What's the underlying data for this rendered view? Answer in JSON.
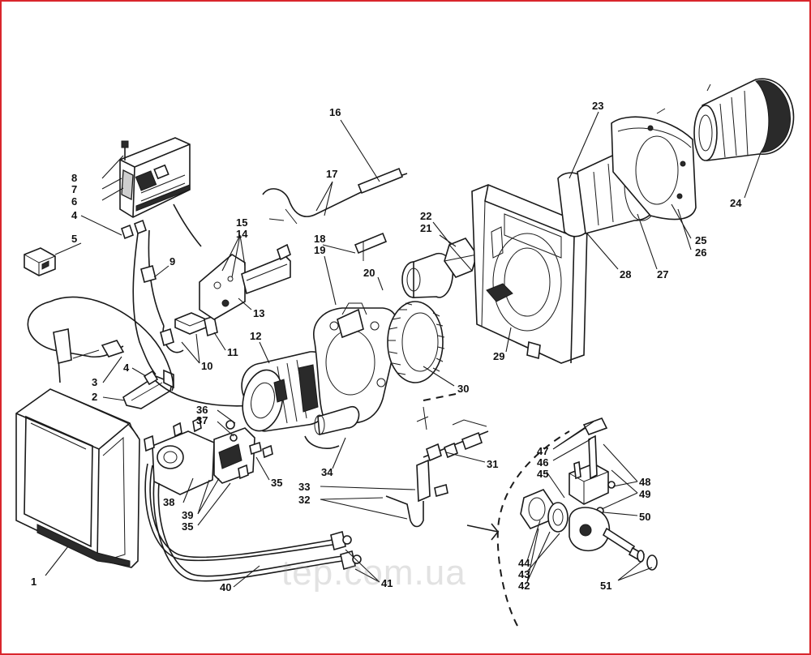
{
  "watermark": "tep.com.ua",
  "colors": {
    "frame": "#d9262c",
    "ink": "#1a1a1a",
    "background": "#ffffff"
  },
  "part_numbers": {
    "p1": "1",
    "p2": "2",
    "p3": "3",
    "p4a": "4",
    "p4b": "4",
    "p5": "5",
    "p6": "6",
    "p7": "7",
    "p8": "8",
    "p9": "9",
    "p10": "10",
    "p11": "11",
    "p12": "12",
    "p13": "13",
    "p14": "14",
    "p15": "15",
    "p16": "16",
    "p17": "17",
    "p18": "18",
    "p19": "19",
    "p20": "20",
    "p21": "21",
    "p22": "22",
    "p23": "23",
    "p24": "24",
    "p25": "25",
    "p26": "26",
    "p27": "27",
    "p28": "28",
    "p29": "29",
    "p30": "30",
    "p31": "31",
    "p32": "32",
    "p33": "33",
    "p34": "34",
    "p35a": "35",
    "p35b": "35",
    "p36": "36",
    "p37": "37",
    "p38": "38",
    "p39": "39",
    "p40": "40",
    "p41": "41",
    "p42": "42",
    "p43": "43",
    "p44": "44",
    "p45": "45",
    "p46": "46",
    "p47": "47",
    "p48": "48",
    "p49": "49",
    "p50": "50",
    "p51": "51"
  }
}
